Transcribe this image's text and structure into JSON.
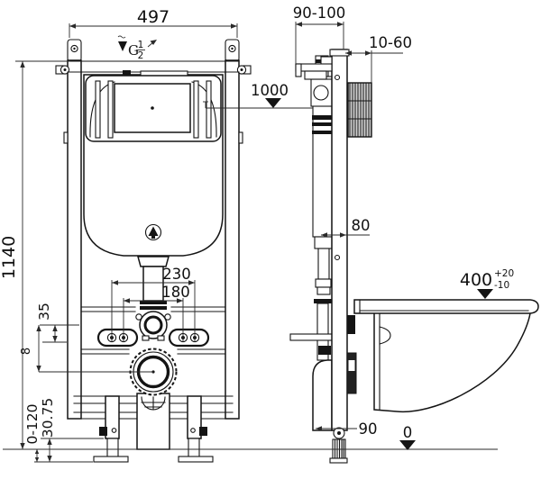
{
  "drawing": {
    "front": {
      "width": "497",
      "height": "1140",
      "supply_letter": "G",
      "supply_num": "1",
      "supply_den": "2",
      "bolt_spacing_outer": "230",
      "bolt_spacing_inner": "180",
      "inlet_offset": "35",
      "drain_offset": "8",
      "foot_adjust_range": "0-120",
      "foot_height": "30.75"
    },
    "side": {
      "wall_bracket_depth": "90-100",
      "flush_plate_depth": "10-60",
      "frame_depth": "80",
      "flush_plate_level": "1000",
      "bowl_rim_height": "400",
      "bowl_rim_tol_plus": "+20",
      "bowl_rim_tol_minus": "-10",
      "drain_outlet_depth": "90",
      "floor_level": "0"
    }
  }
}
